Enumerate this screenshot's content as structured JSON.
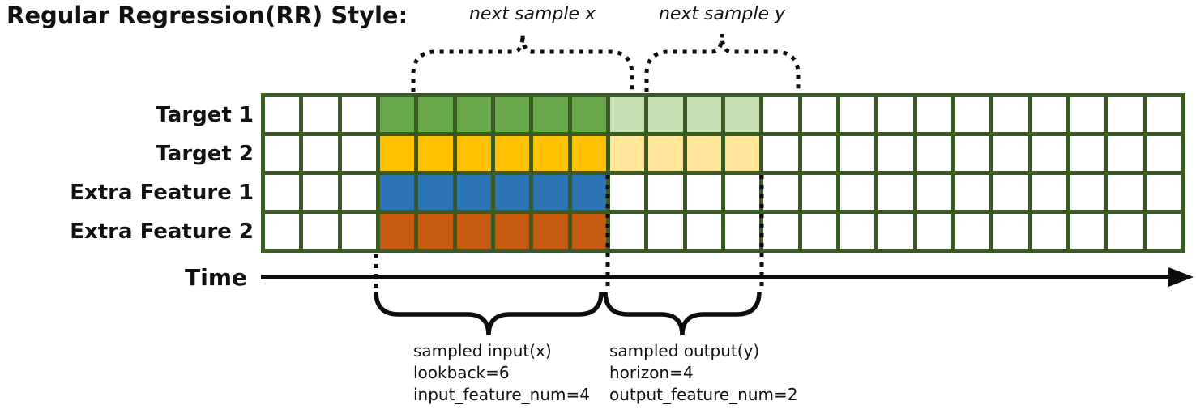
{
  "title": "Regular Regression(RR) Style:",
  "colors": {
    "grid_border": "#3A5A23",
    "line_black": "#0d0d0d",
    "green": "#6AA84E",
    "green_light": "#C6E0B4",
    "gold": "#FFC000",
    "gold_light": "#FFE699",
    "blue": "#2E75B6",
    "orange": "#C55A11",
    "empty_cell": "#FFFFFF"
  },
  "grid": {
    "num_columns": 24,
    "num_rows": 4,
    "input_start_col": 3,
    "lookback": 6,
    "horizon": 4,
    "rows": [
      {
        "label": "Target 1",
        "input_color": "#6AA84E",
        "output_color": "#C6E0B4"
      },
      {
        "label": "Target 2",
        "input_color": "#FFC000",
        "output_color": "#FFE699"
      },
      {
        "label": "Extra Feature 1",
        "input_color": "#2E75B6",
        "output_color": null
      },
      {
        "label": "Extra Feature 2",
        "input_color": "#C55A11",
        "output_color": null
      }
    ]
  },
  "annotations": {
    "next_sample_x": "next sample x",
    "next_sample_y": "next sample y",
    "time_label": "Time",
    "input_block": [
      "sampled input(x)",
      "lookback=6",
      "input_feature_num=4"
    ],
    "output_block": [
      "sampled output(y)",
      "horizon=4",
      "output_feature_num=2"
    ]
  }
}
